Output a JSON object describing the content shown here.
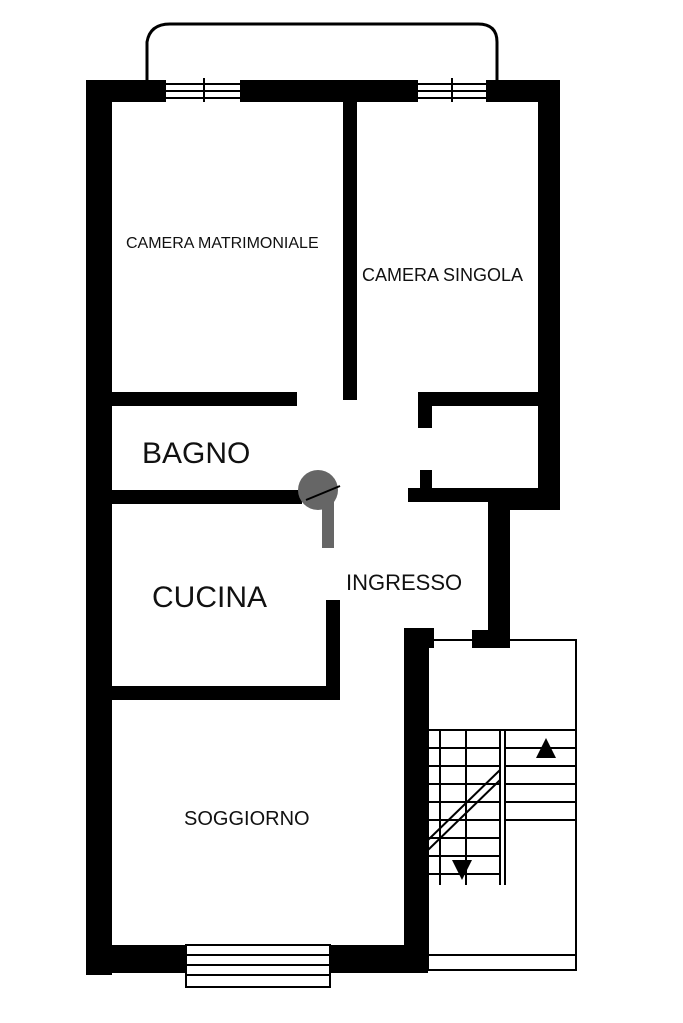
{
  "rooms": {
    "camera_matrimoniale": "CAMERA MATRIMONIALE",
    "camera_singola": "CAMERA SINGOLA",
    "bagno": "BAGNO",
    "cucina": "CUCINA",
    "ingresso": "INGRESSO",
    "soggiorno": "SOGGIORNO"
  },
  "colors": {
    "wall": "#000000",
    "background": "#ffffff",
    "fixture": "#666666"
  }
}
